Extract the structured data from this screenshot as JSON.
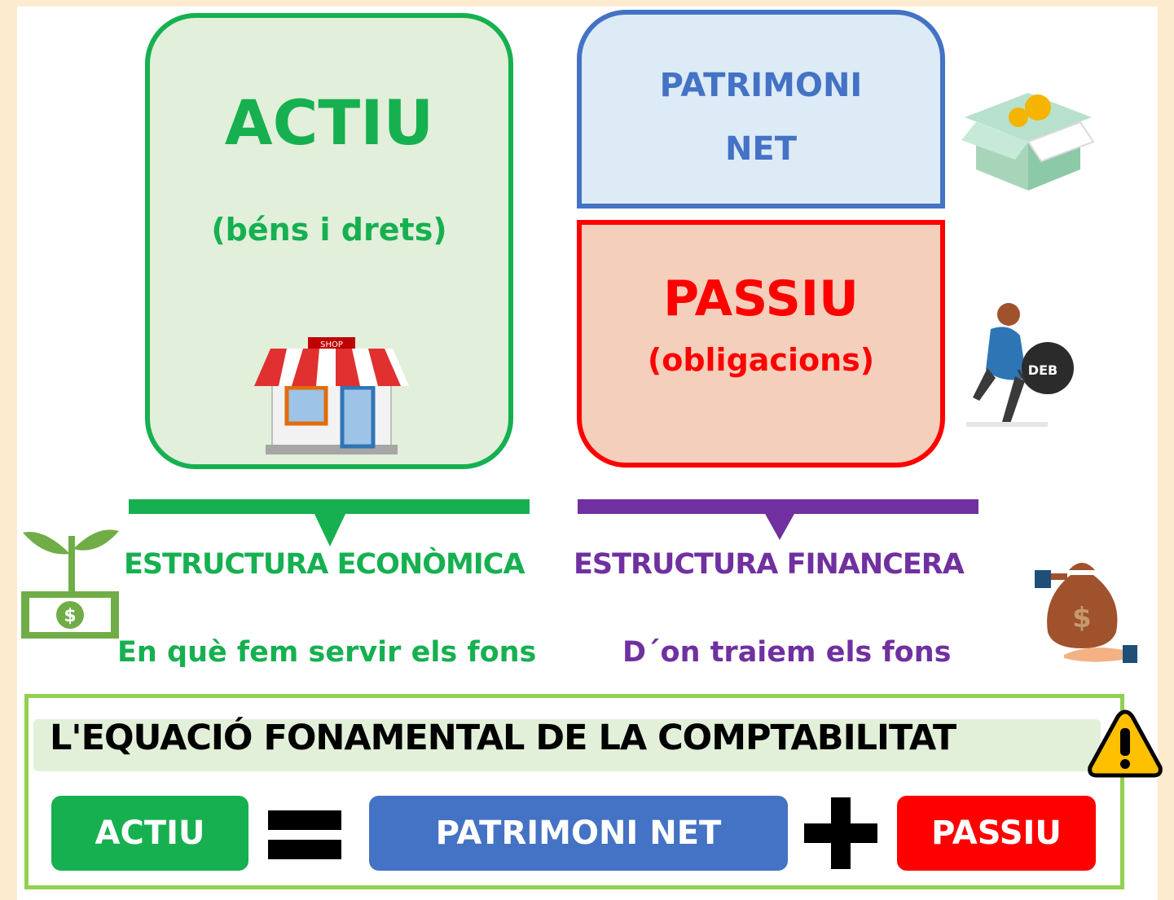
{
  "actiu": {
    "title": "ACTIU",
    "subtitle": "(béns i drets)",
    "shop_sign": "SHOP"
  },
  "patrimoni_net": {
    "line1": "PATRIMONI",
    "line2": "NET"
  },
  "passiu": {
    "title": "PASSIU",
    "subtitle": "(obligacions)",
    "ball_text": "DEB"
  },
  "structures": {
    "economica": {
      "label": "ESTRUCTURA ECONÒMICA",
      "description": "En què fem servir els fons"
    },
    "financera": {
      "label": "ESTRUCTURA FINANCERA",
      "description": "D´on traiem els fons"
    }
  },
  "equation": {
    "title": "L'EQUACIÓ FONAMENTAL DE LA COMPTABILITAT",
    "term1": "ACTIU",
    "term2": "PATRIMONI NET",
    "term3": "PASSIU"
  },
  "colors": {
    "green": "#16b050",
    "blue": "#4472c4",
    "red": "#ff0000",
    "purple": "#7030a0",
    "page_background": "#fdebd0"
  },
  "icons": [
    "shop-icon",
    "money-box-icon",
    "debt-person-icon",
    "plant-money-icon",
    "money-bag-hand-icon",
    "warning-icon"
  ]
}
